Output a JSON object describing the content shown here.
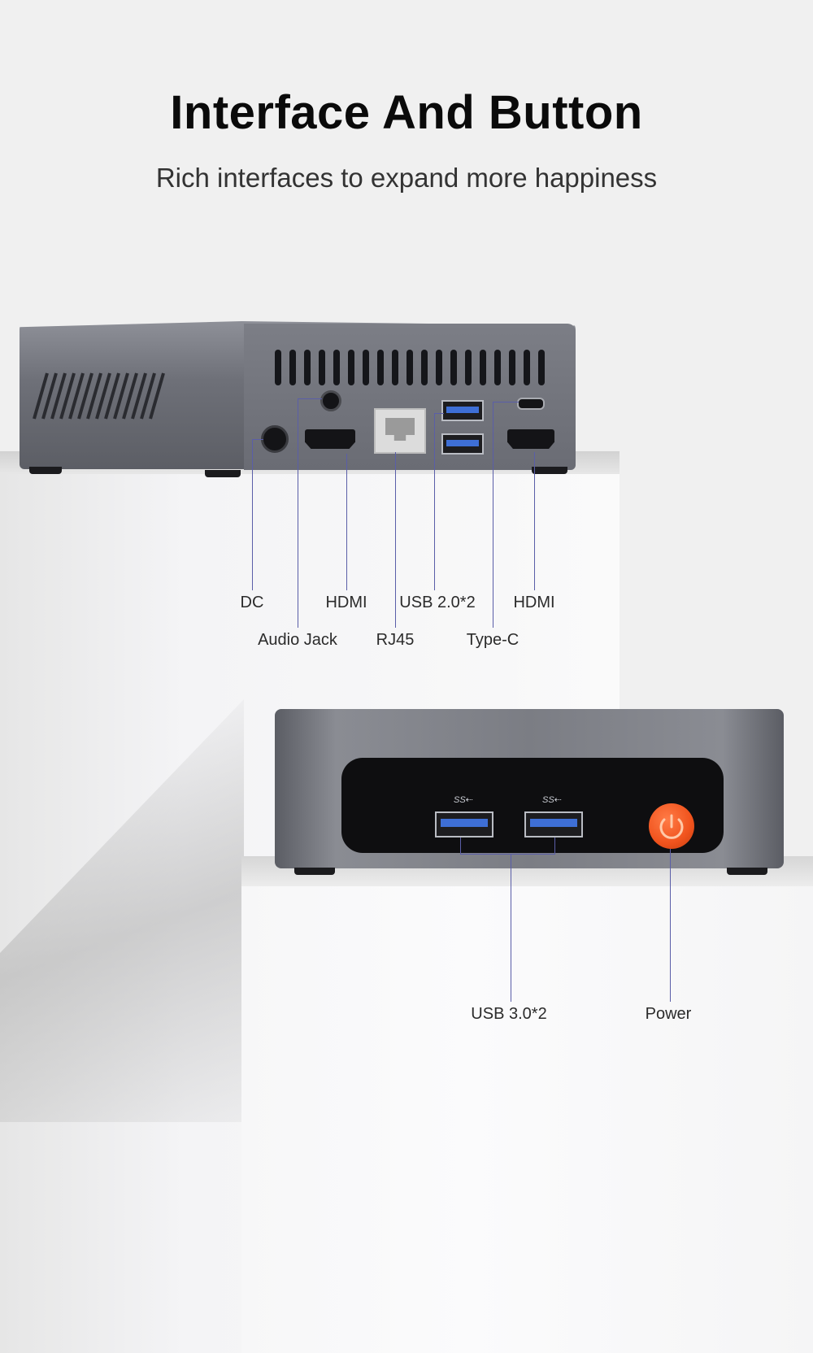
{
  "header": {
    "title": "Interface And Button",
    "subtitle": "Rich interfaces to expand more happiness"
  },
  "back_ports": {
    "dc": "DC",
    "audio_jack": "Audio Jack",
    "hdmi_1": "HDMI",
    "rj45": "RJ45",
    "usb2": "USB 2.0*2",
    "type_c": "Type-C",
    "hdmi_2": "HDMI"
  },
  "front_ports": {
    "usb3": "USB 3.0*2",
    "power": "Power",
    "usb_logo": "SS⇠"
  },
  "colors": {
    "leader": "#5a5ea8",
    "usb_blue": "#3e6fd6",
    "power": "#f0531d"
  }
}
